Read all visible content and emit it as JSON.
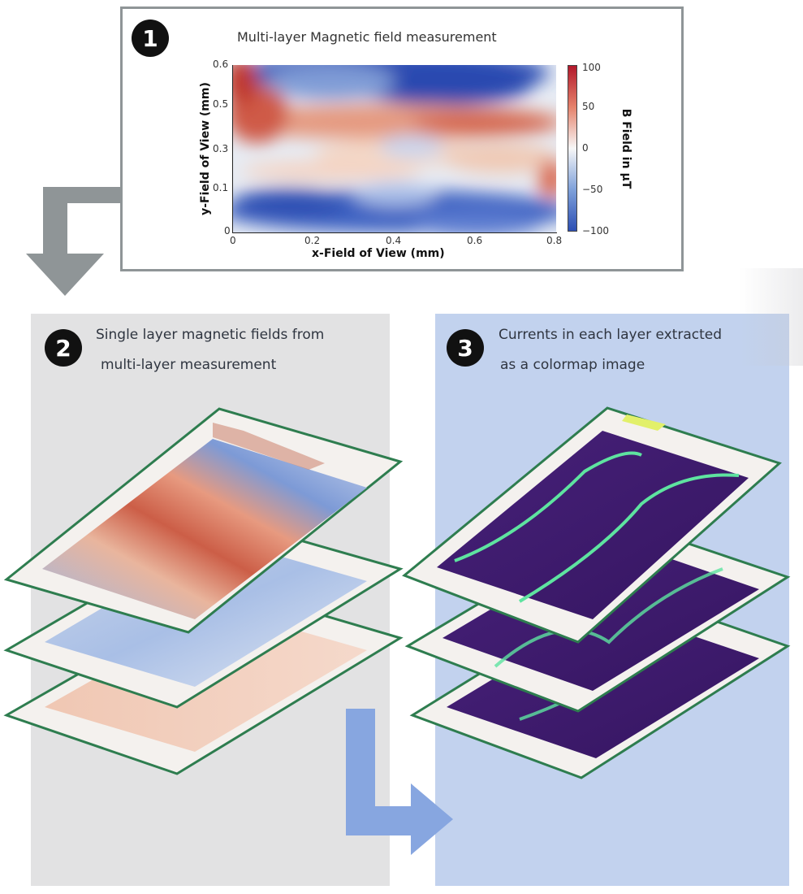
{
  "step1": {
    "number": "1",
    "chart_title": "Multi-layer Magnetic field measurement",
    "xlabel": "x-Field of View (mm)",
    "ylabel": "y-Field of View (mm)",
    "colorbar_label": "B Field in μT",
    "x_ticks": [
      "0",
      "0.2",
      "0.4",
      "0.6",
      "0.8"
    ],
    "y_ticks": [
      "0",
      "0.1",
      "0.3",
      "0.5",
      "0.6"
    ],
    "colorbar_ticks": [
      "100",
      "50",
      "0",
      "−50",
      "−100"
    ]
  },
  "step2": {
    "number": "2",
    "title_line1": "Single layer magnetic fields from",
    "title_line2": "multi-layer measurement"
  },
  "step3": {
    "number": "3",
    "title_line1": "Currents in each layer extracted",
    "title_line2": "as a colormap image"
  },
  "chart_data": {
    "type": "heatmap",
    "title": "Multi-layer Magnetic field measurement",
    "xlabel": "x-Field of View (mm)",
    "ylabel": "y-Field of View (mm)",
    "xlim": [
      0,
      0.8
    ],
    "ylim": [
      0,
      0.6
    ],
    "colorbar": {
      "label": "B Field in μT",
      "range": [
        -100,
        100
      ],
      "colormap": "coolwarm"
    }
  },
  "colors": {
    "frame_border": "#8f9597",
    "arrow_gray": "#8f9597",
    "arrow_blue": "#87a6e0",
    "panel2_bg": "#e2e2e3",
    "panel3_bg": "#c2d2ee",
    "layer_border": "#2e7d4f",
    "field_red": "#b2182b",
    "field_blue": "#2c4fb4",
    "current_purple": "#3e1a6b",
    "current_green": "#5ee3a0"
  }
}
